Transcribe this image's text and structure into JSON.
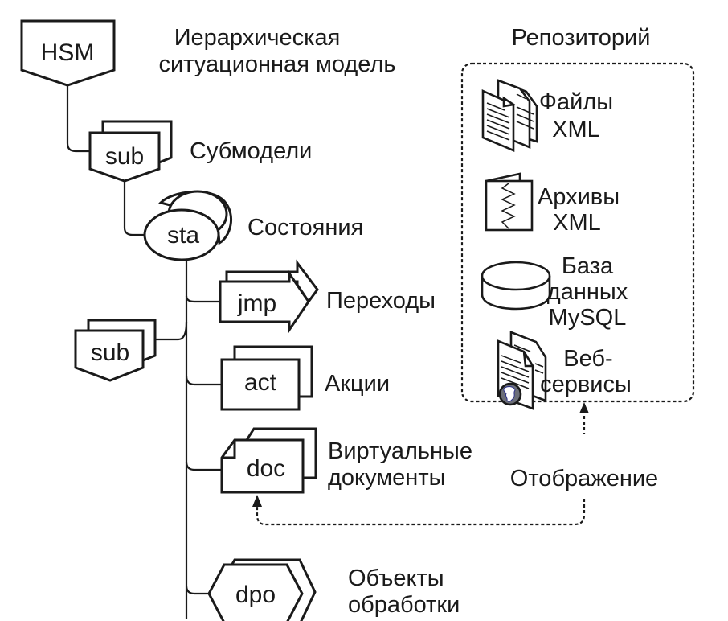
{
  "diagram": {
    "title": {
      "line1": "Иерархическая",
      "line2": "ситуационная модель"
    },
    "nodes": {
      "hsm": "HSM",
      "sub_top": "sub",
      "sta": "sta",
      "jmp": "jmp",
      "sub_left": "sub",
      "act": "act",
      "doc": "doc",
      "dpo": "dpo"
    },
    "labels": {
      "submodels": "Субмодели",
      "states": "Состояния",
      "transitions": "Переходы",
      "actions": "Акции",
      "virtual_docs_line1": "Виртуальные",
      "virtual_docs_line2": "документы",
      "objects_line1": "Объекты",
      "objects_line2": "обработки"
    },
    "repository": {
      "title": "Репозиторий",
      "items": [
        {
          "icon": "xml-files-icon",
          "line1": "Файлы",
          "line2": "XML"
        },
        {
          "icon": "xml-archive-icon",
          "line1": "Архивы",
          "line2": "XML"
        },
        {
          "icon": "database-icon",
          "line1": "База",
          "line2": "данных",
          "line3": "MySQL"
        },
        {
          "icon": "web-services-icon",
          "line1": "Веб-",
          "line2": "сервисы"
        }
      ]
    },
    "mapping_label": "Отображение",
    "colors": {
      "stroke": "#1a1a1a",
      "globe_fill": "#6b6e78",
      "globe_land": "#ffffff",
      "globe_outline": "#2a2f8a"
    }
  }
}
